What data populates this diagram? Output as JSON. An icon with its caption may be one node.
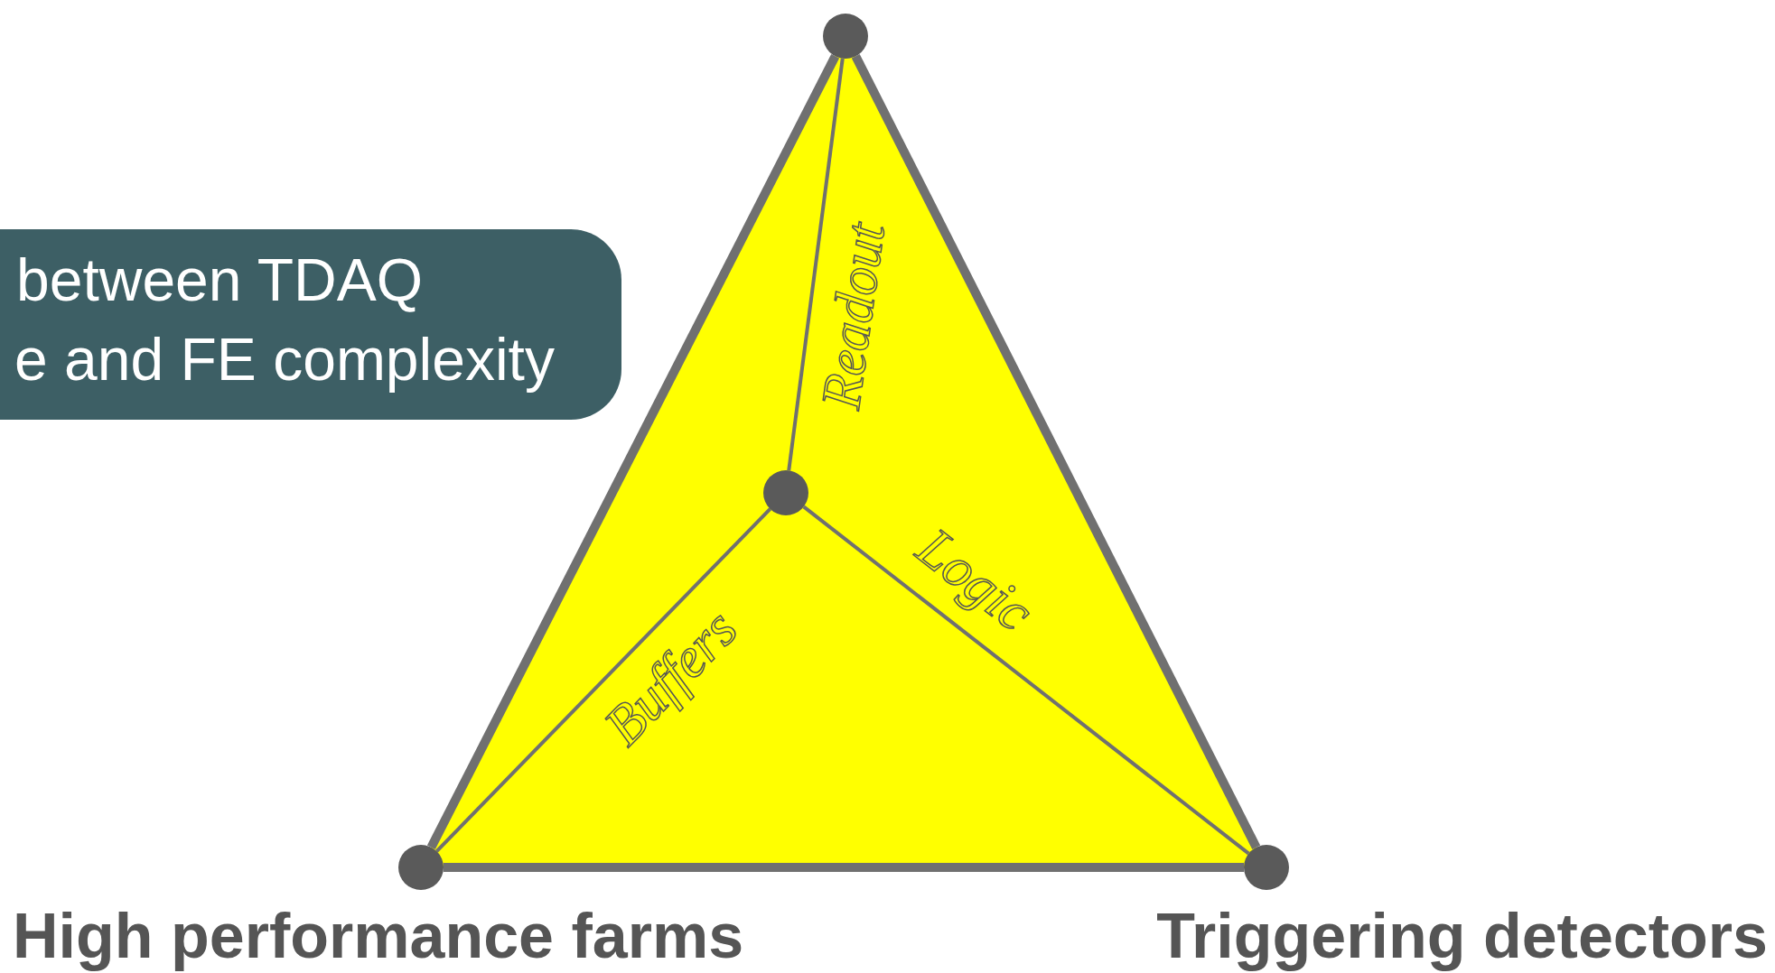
{
  "diagram": {
    "nodes": [
      {
        "text": [
          "between TDAQ",
          "e and FE complexity"
        ]
      },
      {
        "text": [],
        "shape": "circle"
      },
      {
        "text": [],
        "shape": "circle"
      },
      {
        "text": [],
        "shape": "circle",
        "beside": [
          "High performance farms"
        ]
      },
      {
        "text": [],
        "shape": "circle",
        "beside": [
          "Triggering detectors"
        ]
      }
    ],
    "edges": [
      {
        "from": 1,
        "to": 3,
        "arrow": "none",
        "style": "thick"
      },
      {
        "from": 1,
        "to": 4,
        "arrow": "none",
        "style": "thick"
      },
      {
        "from": 3,
        "to": 4,
        "arrow": "none",
        "style": "thick"
      },
      {
        "from": 2,
        "to": 1,
        "arrow": "none",
        "label": "Readout"
      },
      {
        "from": 2,
        "to": 3,
        "arrow": "none",
        "label": "Buffers"
      },
      {
        "from": 2,
        "to": 4,
        "arrow": "none",
        "label": "Logic"
      }
    ]
  }
}
